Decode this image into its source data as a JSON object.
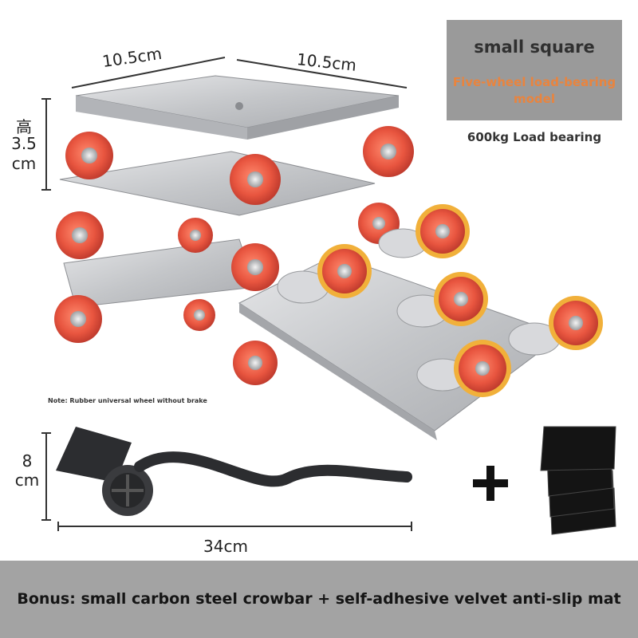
{
  "label_box": {
    "title": "small square",
    "subtitle": "Five-wheel load-bearing model"
  },
  "load_text": "600kg Load bearing",
  "dimensions": {
    "top_left": "10.5cm",
    "top_right": "10.5cm",
    "height_char": "高",
    "height_value": "3.5",
    "height_unit": "cm",
    "crowbar_height_value": "8",
    "crowbar_height_unit": "cm",
    "crowbar_length": "34cm"
  },
  "note": "Note: Rubber universal wheel without brake",
  "plus_sign": "+",
  "bonus": "Bonus: small carbon steel crowbar + self-adhesive velvet anti-slip mat",
  "colors": {
    "wheel_red": "#e8553f",
    "wheel_yellow": "#f1b03a",
    "steel": "#c9cbce",
    "label_box_bg": "#9a9a9a",
    "subtitle_orange": "#e9843e",
    "bonus_bar_bg": "#a3a3a3"
  }
}
